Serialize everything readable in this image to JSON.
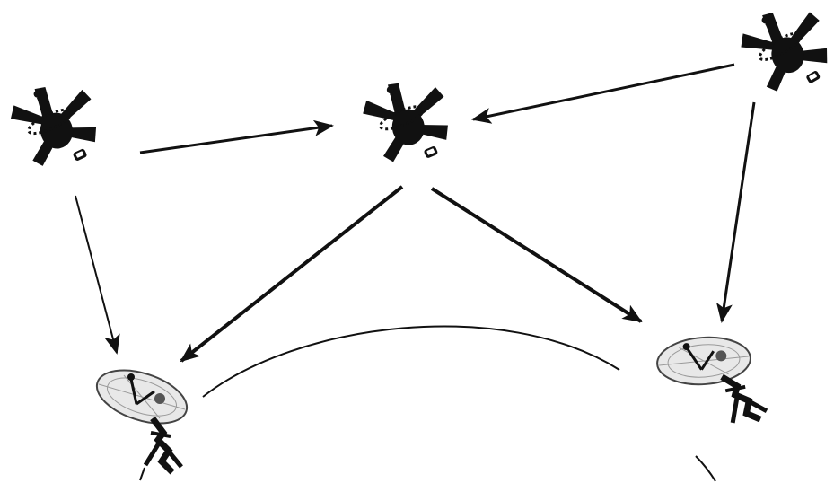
{
  "diagram": {
    "nodes": [
      {
        "id": "satellite-left",
        "kind": "satellite",
        "icon": "satellite-icon"
      },
      {
        "id": "satellite-center",
        "kind": "satellite",
        "icon": "satellite-icon"
      },
      {
        "id": "satellite-right",
        "kind": "satellite",
        "icon": "satellite-icon"
      },
      {
        "id": "ground-station-left",
        "kind": "ground-station",
        "icon": "satellite-dish-icon"
      },
      {
        "id": "ground-station-right",
        "kind": "ground-station",
        "icon": "satellite-dish-icon"
      }
    ],
    "links": [
      {
        "from": "satellite-left",
        "to": "satellite-center"
      },
      {
        "from": "satellite-right",
        "to": "satellite-center"
      },
      {
        "from": "satellite-left",
        "to": "ground-station-left"
      },
      {
        "from": "satellite-center",
        "to": "ground-station-left"
      },
      {
        "from": "satellite-center",
        "to": "ground-station-right"
      },
      {
        "from": "satellite-right",
        "to": "ground-station-right"
      }
    ],
    "colors": {
      "background": "#ffffff",
      "ink": "#111111",
      "dish": "#e8e8e8"
    }
  }
}
